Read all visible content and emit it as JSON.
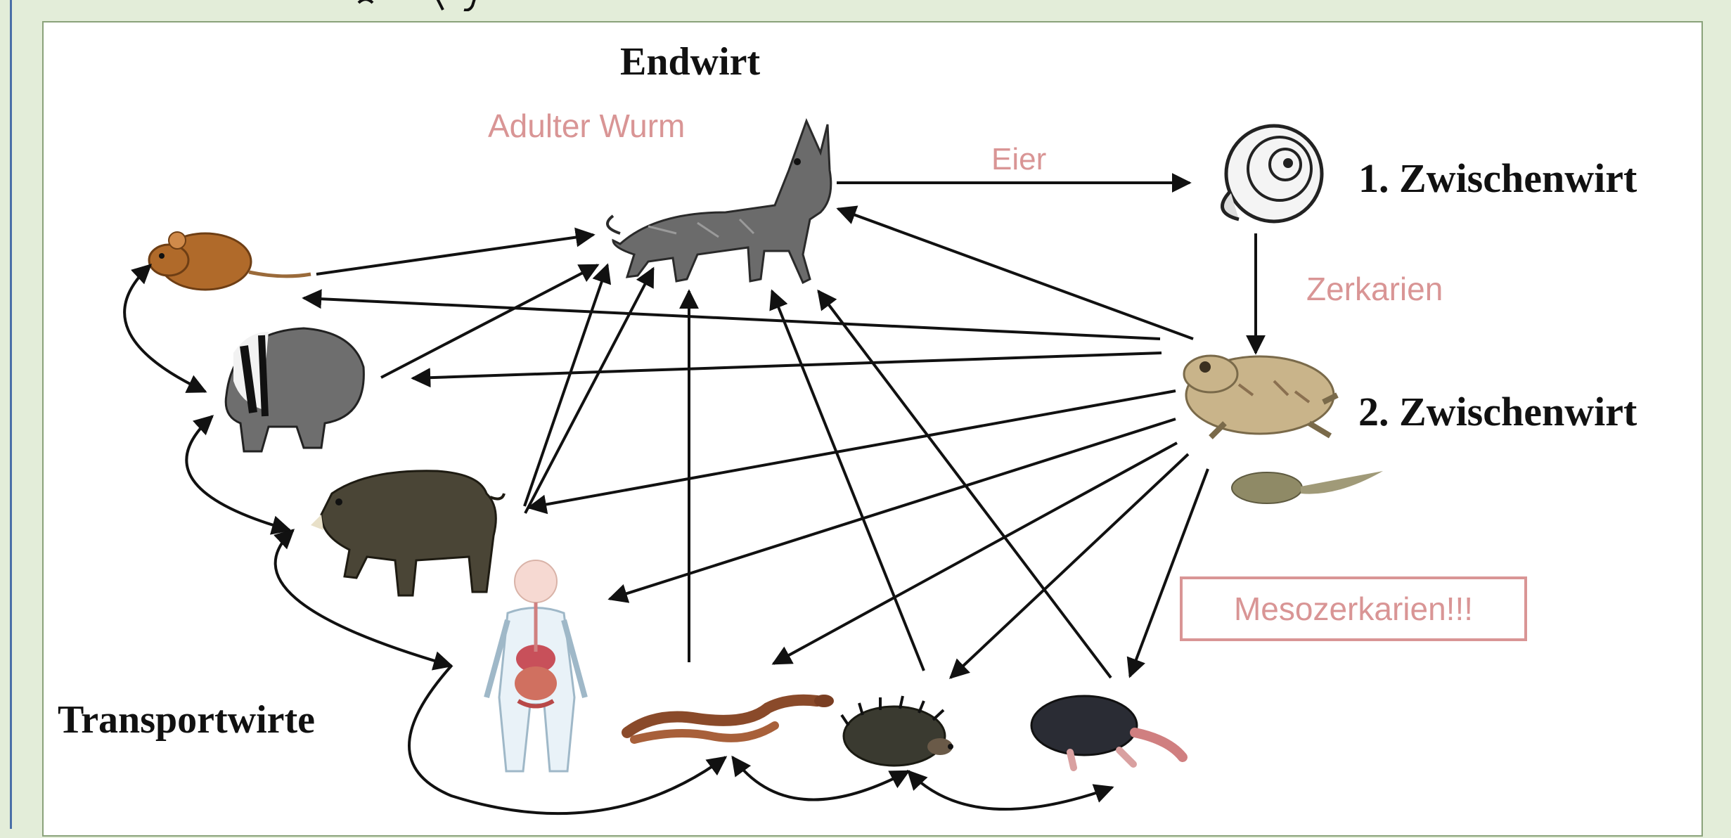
{
  "labels": {
    "final_host": "Endwirt",
    "adult_worm": "Adulter Wurm",
    "eggs": "Eier",
    "first_intermediate_host": "1. Zwischenwirt",
    "cercariae": "Zerkarien",
    "second_intermediate_host": "2. Zwischenwirt",
    "mesocercariae": "Mesozerkarien!!!",
    "paratenic_hosts": "Transportwirte"
  },
  "colors": {
    "background": "#e3edd9",
    "annotation": "#d99595",
    "frame_border": "#8aa27a",
    "left_rule": "#4a6fa8"
  },
  "icons": {
    "fox": "fox-illustration",
    "snail": "snail-shell-illustration",
    "frog": "frog-illustration",
    "tadpole": "tadpole-illustration",
    "mouse": "mouse-illustration",
    "badger": "badger-illustration",
    "boar": "wild-boar-illustration",
    "human": "human-anatomy-illustration",
    "snake": "snake-illustration",
    "hedgehog": "hedgehog-illustration",
    "mole": "mole-illustration"
  }
}
